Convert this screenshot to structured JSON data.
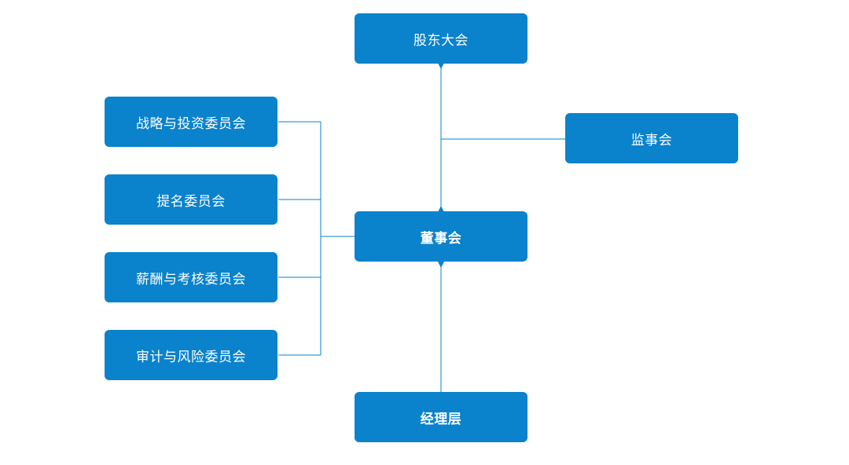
{
  "diagram": {
    "nodes": {
      "shareholders": "股东大会",
      "supervisory": "监事会",
      "board": "董事会",
      "management": "经理层",
      "strategy": "战略与投资委员会",
      "nomination": "提名委员会",
      "compensation": "薪酬与考核委员会",
      "audit": "审计与风险委员会"
    },
    "colors": {
      "node_fill": "#0a82cc",
      "node_text": "#ffffff",
      "connector": "#0a82cc"
    }
  }
}
